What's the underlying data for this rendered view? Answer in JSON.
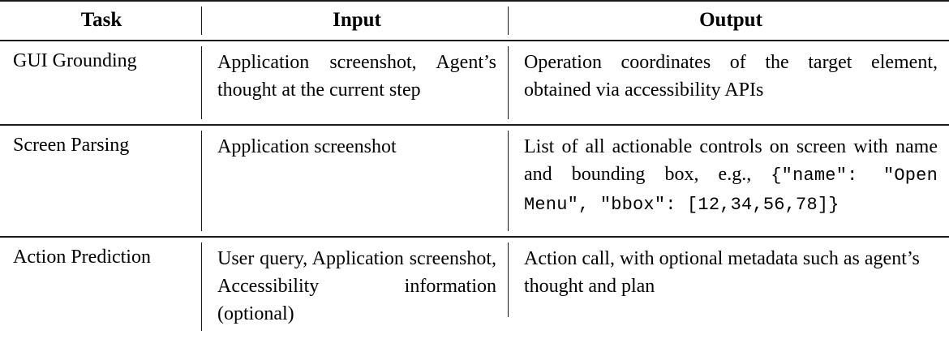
{
  "table": {
    "columns": [
      {
        "key": "task",
        "header": "Task"
      },
      {
        "key": "input",
        "header": "Input"
      },
      {
        "key": "output",
        "header": "Output"
      }
    ],
    "rows": [
      {
        "task": "GUI Grounding",
        "input": "Application screenshot, Agent’s thought at the current step",
        "output": "Operation coordinates of the target ele-ment, obtained via accessibility APIs",
        "output_segments": [
          {
            "type": "text",
            "value": "Operation coordinates of the target ele­ment, obtained via accessibility APIs"
          }
        ]
      },
      {
        "task": "Screen Parsing",
        "input": "Application screenshot",
        "output": "List of all actionable controls on screen with name and bounding box, e.g., {\"name\": \"Open Menu\", \"bbox\": [12,34,56,78]}",
        "output_segments": [
          {
            "type": "text",
            "value": "List of all actionable controls on screen with name and bounding box, e.g.,"
          },
          {
            "type": "code",
            "value": "{\"name\":  \"Open Menu\", \"bbox\":  [12,34,56,78]}"
          }
        ]
      },
      {
        "task": "Action Prediction",
        "input": "User query, Application screenshot, Accessibility information (optional)",
        "output": "Action call, with optional metadata such as agent’s thought and plan",
        "output_segments": [
          {
            "type": "text",
            "value": "Action call, with optional metadata such as agent’s thought and plan"
          }
        ]
      }
    ]
  }
}
